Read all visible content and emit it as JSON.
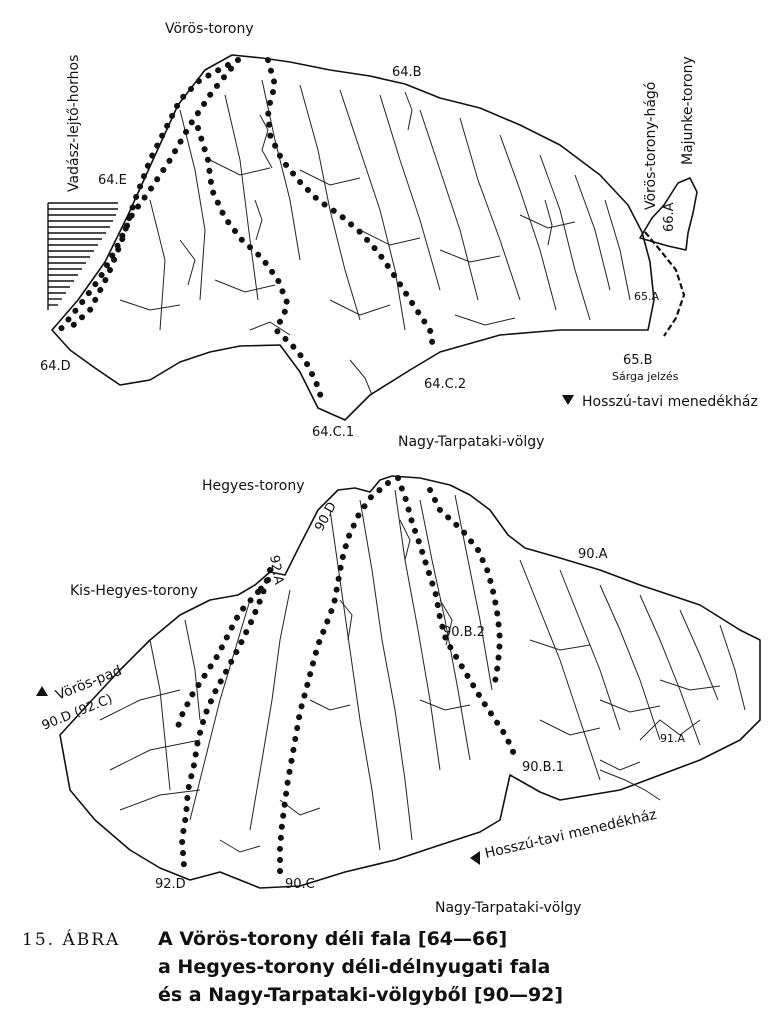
{
  "top_panel": {
    "labels": {
      "peak_voros_torony": "Vörös-torony",
      "side_vadasz": "Vadász-lejtő-horhos",
      "side_voros_torony_hago": "Vörös-torony-hágó",
      "side_majunke_torony": "Majunke-torony",
      "valley": "Nagy-Tarpataki-völgy",
      "hut": "Hosszú-tavi menedékház",
      "trail_mark": "Sárga jelzés"
    },
    "routes": {
      "r64B": "64.B",
      "r64E": "64.E",
      "r64D": "64.D",
      "r64C1": "64.C.1",
      "r64C2": "64.C.2",
      "r65B": "65.B",
      "r66A": "66.A",
      "r65A": "65.A"
    }
  },
  "bottom_panel": {
    "labels": {
      "peak_hegyes_torony": "Hegyes-torony",
      "peak_kis_hegyes_torony": "Kis-Hegyes-torony",
      "voros_pad": "Vörös-pad",
      "valley": "Nagy-Tarpataki-völgy",
      "hut": "Hosszú-tavi menedékház"
    },
    "routes": {
      "r90D": "90.D",
      "r92A": "92.A",
      "r90A": "90.A",
      "r90B2": "90.B.2",
      "r90B1": "90.B.1",
      "r90D92C": "90.D (92.C)",
      "r92D": "92.D",
      "r90C": "90.C",
      "r91A": "91.A"
    }
  },
  "caption": {
    "figure_number": "15. ÁBRA",
    "line1": "A Vörös-torony déli fala [64—66]",
    "line2": "a Hegyes-torony déli-délnyugati fala",
    "line3": "és a Nagy-Tarpataki-völgyből [90—92]"
  }
}
